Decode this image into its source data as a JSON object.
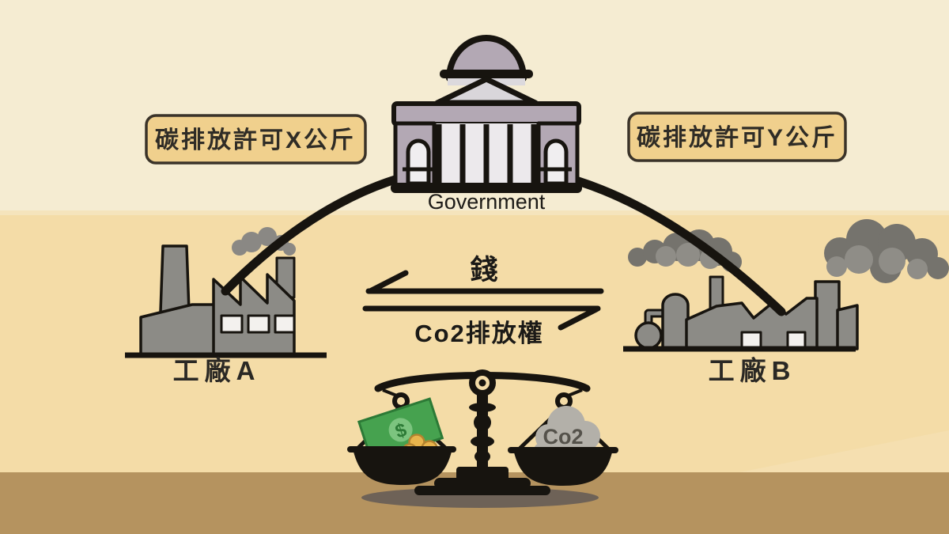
{
  "government": {
    "label": "Government"
  },
  "permits": {
    "left": "碳排放許可X公斤",
    "right": "碳排放許可Y公斤"
  },
  "factories": {
    "a": "工廠A",
    "b": "工廠B"
  },
  "trade": {
    "money": "錢",
    "co2_rights": "Co2排放權"
  },
  "scale": {
    "co2": "Co2",
    "dollar": "$"
  },
  "colors": {
    "bg_top": "#f5ecd2",
    "bg_mid": "#f4dca7",
    "bg_blend": "#f5e4bc",
    "floor": "#b5935f",
    "outline": "#17140f",
    "label_box_bg": "#f0d08d",
    "label_box_border": "#3a3329",
    "label_text": "#2f2c26",
    "building_purple": "#b3a8b4",
    "building_light": "#ece9ec",
    "pediment_light": "#d9d6da",
    "factory_gray": "#8c8b86",
    "smoke_dark": "#75736d",
    "smoke_light": "#8f8d87",
    "window_white": "#f3f1ee",
    "money_green": "#46a24f",
    "money_green_light": "#7cc47f",
    "money_green_dark": "#2c7a36",
    "coin_gold": "#e8b44c",
    "coin_edge": "#b4832f",
    "co2_cloud_gray": "#b3b0a9",
    "co2_text": "#55524b",
    "shadow": "#6e6257"
  }
}
